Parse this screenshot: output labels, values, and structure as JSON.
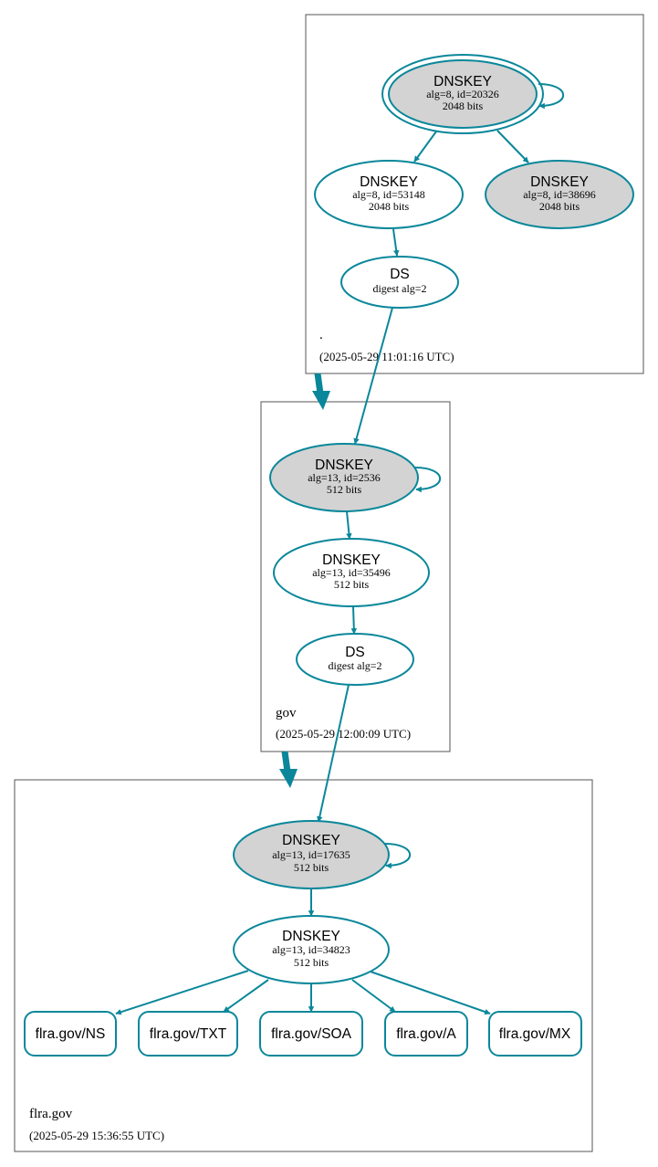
{
  "zones": {
    "root": {
      "name": ".",
      "timestamp": "(2025-05-29 11:01:16 UTC)"
    },
    "gov": {
      "name": "gov",
      "timestamp": "(2025-05-29 12:00:09 UTC)"
    },
    "flra": {
      "name": "flra.gov",
      "timestamp": "(2025-05-29 15:36:55 UTC)"
    }
  },
  "nodes": {
    "root_ksk": {
      "title": "DNSKEY",
      "line1": "alg=8, id=20326",
      "line2": "2048 bits"
    },
    "root_zsk": {
      "title": "DNSKEY",
      "line1": "alg=8, id=53148",
      "line2": "2048 bits"
    },
    "root_zsk2": {
      "title": "DNSKEY",
      "line1": "alg=8, id=38696",
      "line2": "2048 bits"
    },
    "root_ds": {
      "title": "DS",
      "line1": "digest alg=2"
    },
    "gov_ksk": {
      "title": "DNSKEY",
      "line1": "alg=13, id=2536",
      "line2": "512 bits"
    },
    "gov_zsk": {
      "title": "DNSKEY",
      "line1": "alg=13, id=35496",
      "line2": "512 bits"
    },
    "gov_ds": {
      "title": "DS",
      "line1": "digest alg=2"
    },
    "flra_ksk": {
      "title": "DNSKEY",
      "line1": "alg=13, id=17635",
      "line2": "512 bits"
    },
    "flra_zsk": {
      "title": "DNSKEY",
      "line1": "alg=13, id=34823",
      "line2": "512 bits"
    }
  },
  "records": {
    "ns": "flra.gov/NS",
    "txt": "flra.gov/TXT",
    "soa": "flra.gov/SOA",
    "a": "flra.gov/A",
    "mx": "flra.gov/MX"
  },
  "colors": {
    "edge": "#0a879a",
    "ksk_fill": "#d3d3d3",
    "node_fill": "#ffffff",
    "zone_border": "#555555"
  }
}
